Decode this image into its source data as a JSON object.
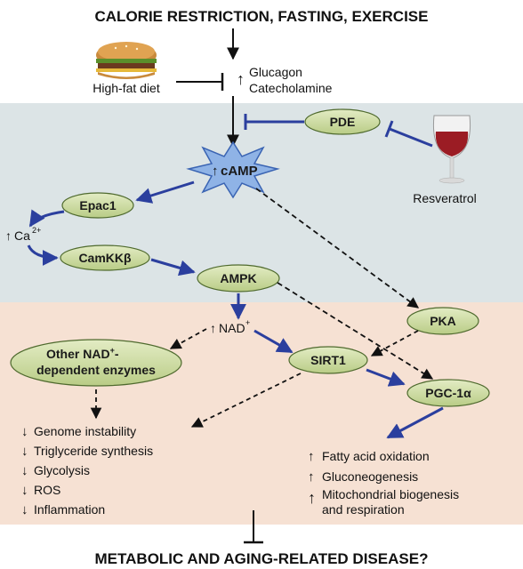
{
  "title": "CALORIE RESTRICTION, FASTING, EXERCISE",
  "bottom_title": "METABOLIC AND AGING-RELATED DISEASE?",
  "inputs": {
    "high_fat_diet": "High-fat diet",
    "glucagon": "Glucagon",
    "catecholamine": "Catecholamine",
    "resveratrol": "Resveratrol"
  },
  "nodes": {
    "pde": "PDE",
    "camp": "cAMP",
    "epac1": "Epac1",
    "ca": "Ca",
    "ca_sup": "2+",
    "camkk": "CamKKβ",
    "ampk": "AMPK",
    "nad": "NAD",
    "nad_sup": "+",
    "pka": "PKA",
    "sirt1": "SIRT1",
    "pgc1a": "PGC-1α",
    "other_nad_line1": "Other NAD",
    "other_nad_sup": "+",
    "other_nad_line1_suffix": "-",
    "other_nad_line2": "dependent enzymes"
  },
  "outcomes_left": [
    "Genome instability",
    "Triglyceride synthesis",
    "Glycolysis",
    "ROS",
    "Inflammation"
  ],
  "outcomes_right": [
    "Fatty acid oxidation",
    "Gluconeogenesis",
    "Mitochondrial biogenesis",
    "and respiration"
  ],
  "colors": {
    "cell_region": "#dce4e6",
    "nucleus_region": "#f6e1d3",
    "node_fill": "#cfdca9",
    "node_stroke": "#4f6a2e",
    "arrow_blue": "#2b3f9e",
    "star_fill": "#8fb3e6",
    "star_stroke": "#3a64b3"
  }
}
